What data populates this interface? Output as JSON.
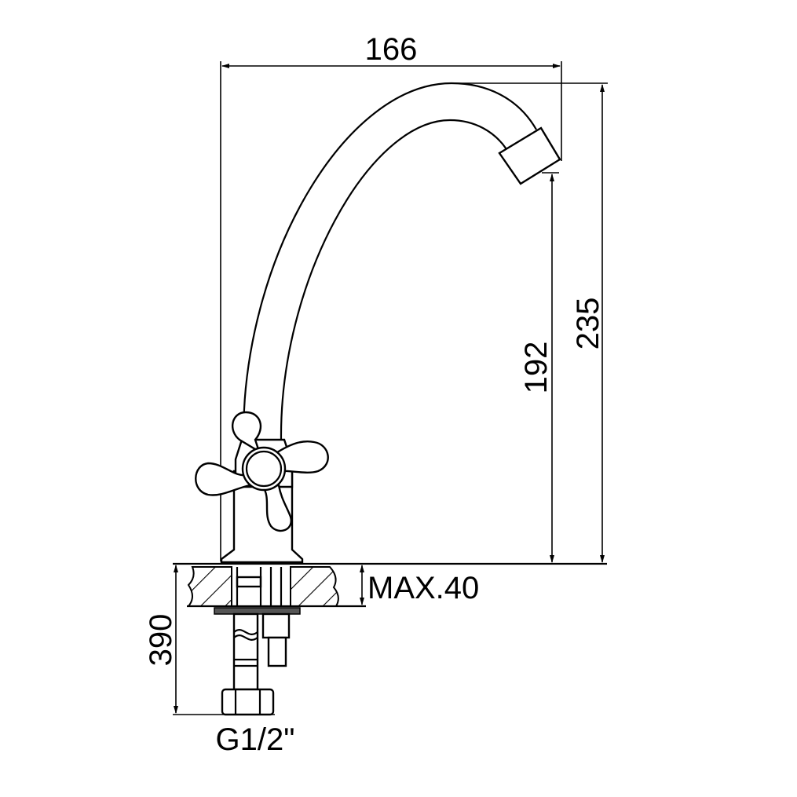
{
  "drawing": {
    "dimensions": {
      "width": "166",
      "total_height": "235",
      "spout_height": "192",
      "deck_thickness": "MAX.40",
      "hose_length": "390",
      "thread": "G1/2\""
    },
    "colors": {
      "line": "#000000",
      "background": "#ffffff"
    }
  }
}
